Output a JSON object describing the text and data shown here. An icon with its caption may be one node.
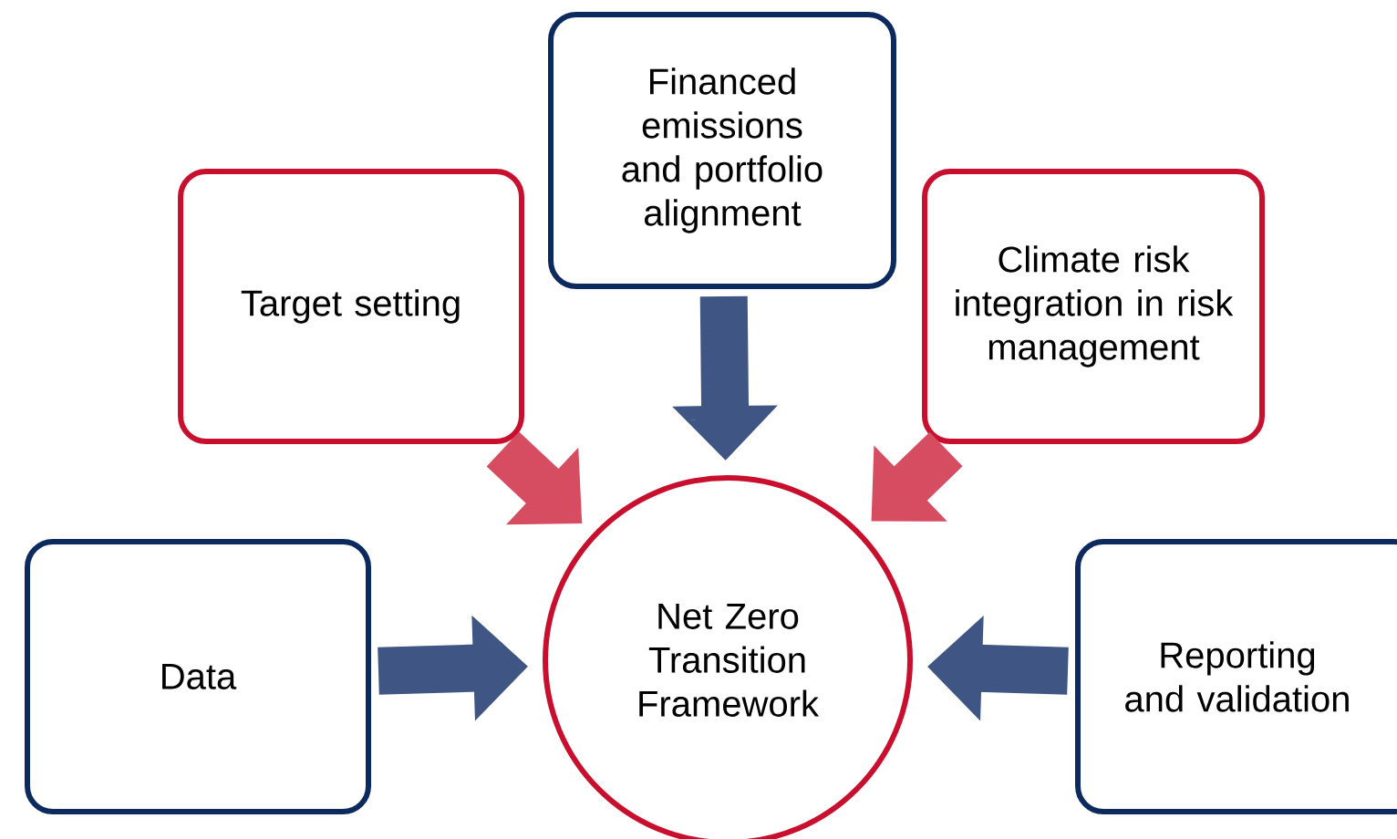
{
  "diagram": {
    "nodes": [
      {
        "text": [
          "Target setting"
        ]
      },
      {
        "text": [
          "Financed emissions and portfolio alignment"
        ]
      },
      {
        "text": [
          "Climate risk integration in risk management"
        ]
      },
      {
        "text": [
          "Data"
        ]
      },
      {
        "text": [
          "Net Zero Transition Framework"
        ]
      },
      {
        "text": [
          "Reporting and validation"
        ]
      }
    ],
    "edges": [
      {
        "from": 0,
        "to": 4,
        "arrow": "to",
        "color": "#d64c60"
      },
      {
        "from": 1,
        "to": 4,
        "arrow": "to"
      },
      {
        "from": 2,
        "to": 4,
        "arrow": "to",
        "color": "#d64c60"
      },
      {
        "from": 3,
        "to": 4,
        "arrow": "to"
      },
      {
        "from": 5,
        "to": 4,
        "arrow": "to"
      }
    ]
  }
}
